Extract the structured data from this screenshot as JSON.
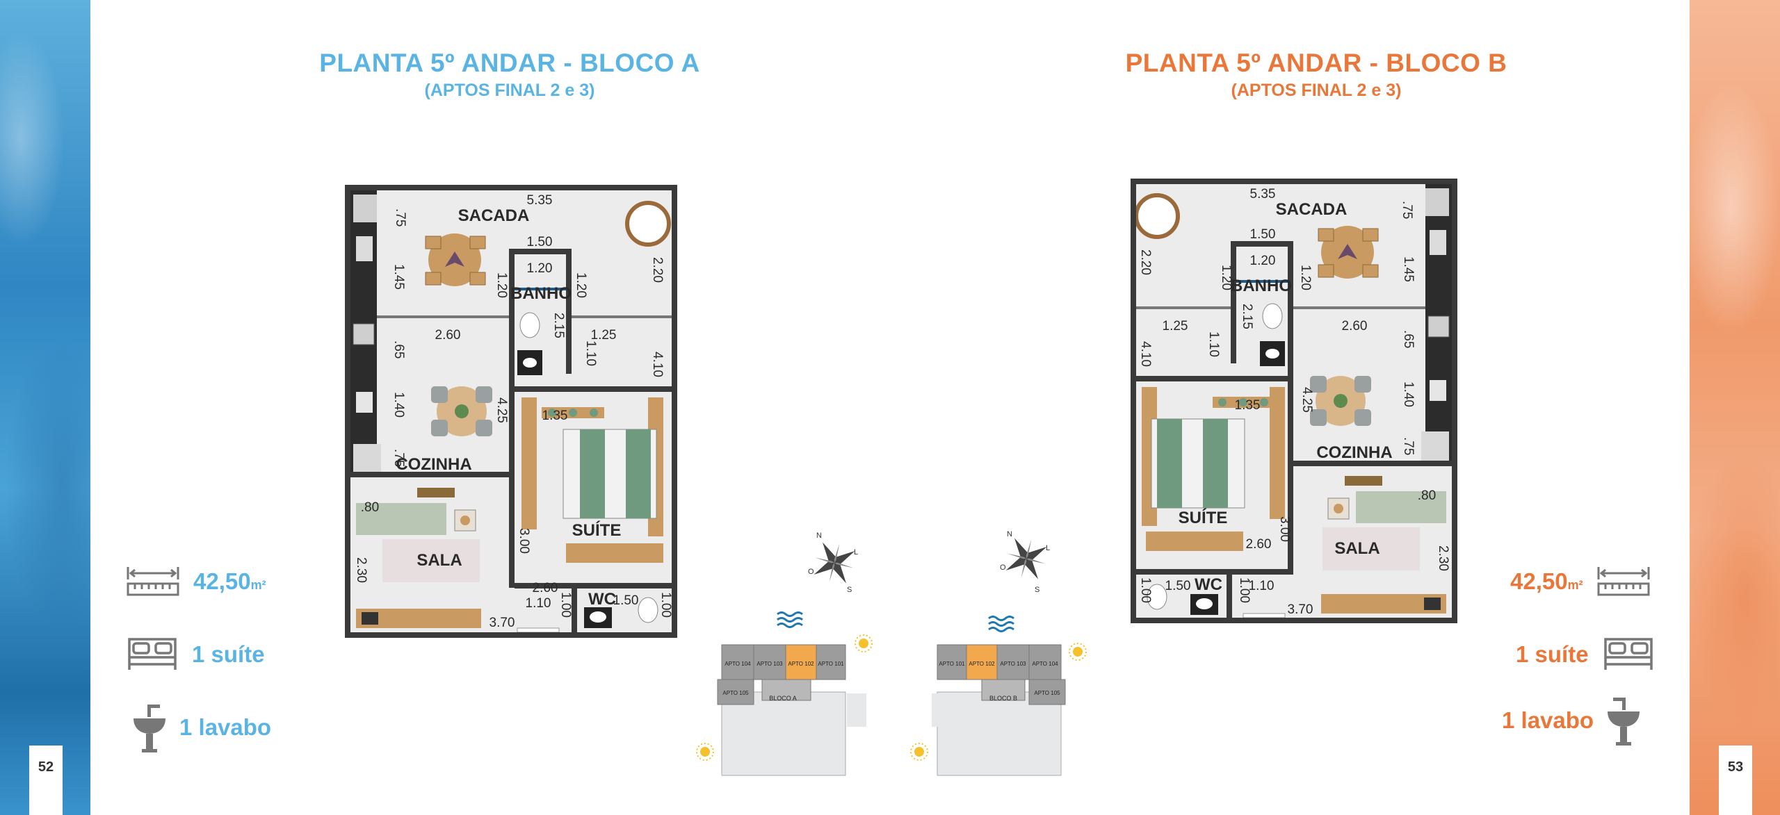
{
  "page_left": {
    "number": "52",
    "title": "PLANTA 5º ANDAR - BLOCO A",
    "subtitle": "(APTOS FINAL 2 e 3)",
    "area": "42,50",
    "area_unit": "m²",
    "suites": "1 suíte",
    "lavabo": "1 lavabo",
    "accent": "#5ab4e3"
  },
  "page_right": {
    "number": "53",
    "title": "PLANTA 5º ANDAR - BLOCO B",
    "subtitle": "(APTOS FINAL 2 e 3)",
    "area": "42,50",
    "area_unit": "m²",
    "suites": "1 suíte",
    "lavabo": "1 lavabo",
    "accent": "#e9773a"
  },
  "plan_labels": {
    "sacada": "SACADA",
    "banho": "BANHO",
    "cozinha": "COZINHA",
    "suite": "SUÍTE",
    "sala": "SALA",
    "wc": "WC"
  },
  "plan_dims": {
    "d535": "5.35",
    "d150": "1.50",
    "d120": "1.20",
    "d075": ".75",
    "d145": "1.45",
    "d220": "2.20",
    "d260": "2.60",
    "d215": "2.15",
    "d125": "1.25",
    "d110": "1.10",
    "d410": "4.10",
    "d065": ".65",
    "d140": "1.40",
    "d425": "4.25",
    "d135": "1.35",
    "d080": ".80",
    "d300": "3.00",
    "d230": "2.30",
    "d100": "1.00",
    "d370": "3.70"
  },
  "compass": {
    "n": "N",
    "l": "L",
    "s": "S",
    "o": "O"
  },
  "key_plan_a": {
    "units": [
      "APTO 104",
      "APTO 103",
      "APTO 102",
      "APTO 101"
    ],
    "lower_unit": "APTO 105",
    "block": "BLOCO A",
    "highlight": "APTO 102"
  },
  "key_plan_b": {
    "units": [
      "APTO 101",
      "APTO 102",
      "APTO 103",
      "APTO 104"
    ],
    "lower_unit": "APTO 105",
    "block": "BLOCO B",
    "highlight": "APTO 102"
  },
  "colors": {
    "highlight": "#f2a94e",
    "unit_gray": "#9c9c9c",
    "wall": "#3a3a3a",
    "wood": "#c99b63",
    "green": "#7ea48a"
  }
}
